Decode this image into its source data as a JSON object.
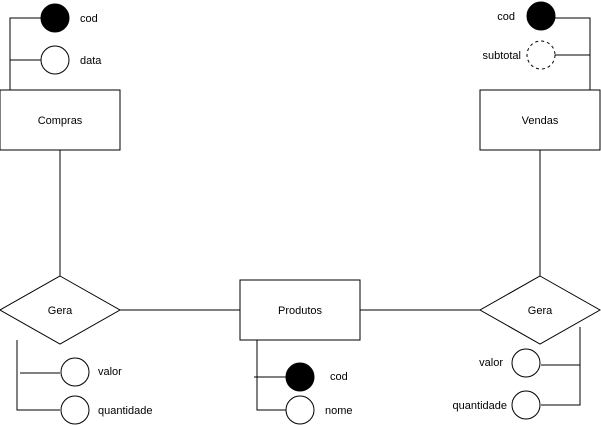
{
  "entities": {
    "compras": "Compras",
    "vendas": "Vendas",
    "produtos": "Produtos"
  },
  "relationships": {
    "gera_left": "Gera",
    "gera_right": "Gera"
  },
  "attributes": {
    "compras_cod": "cod",
    "compras_data": "data",
    "vendas_cod": "cod",
    "vendas_subtotal": "subtotal",
    "gera_left_valor": "valor",
    "gera_left_quantidade": "quantidade",
    "produtos_cod": "cod",
    "produtos_nome": "nome",
    "gera_right_valor": "valor",
    "gera_right_quantidade": "quantidade"
  }
}
